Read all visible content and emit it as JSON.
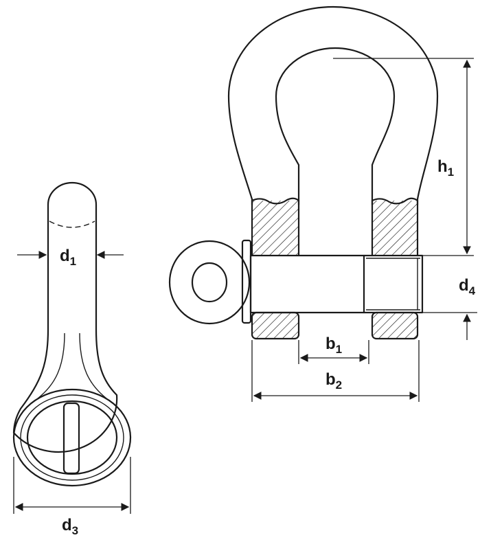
{
  "labels": {
    "d1": {
      "main": "d",
      "sub": "1"
    },
    "d3": {
      "main": "d",
      "sub": "3"
    },
    "d4": {
      "main": "d",
      "sub": "4"
    },
    "h1": {
      "main": "h",
      "sub": "1"
    },
    "b1": {
      "main": "b",
      "sub": "1"
    },
    "b2": {
      "main": "b",
      "sub": "2"
    }
  },
  "colors": {
    "line": "#1a1a1a",
    "background": "#ffffff"
  }
}
